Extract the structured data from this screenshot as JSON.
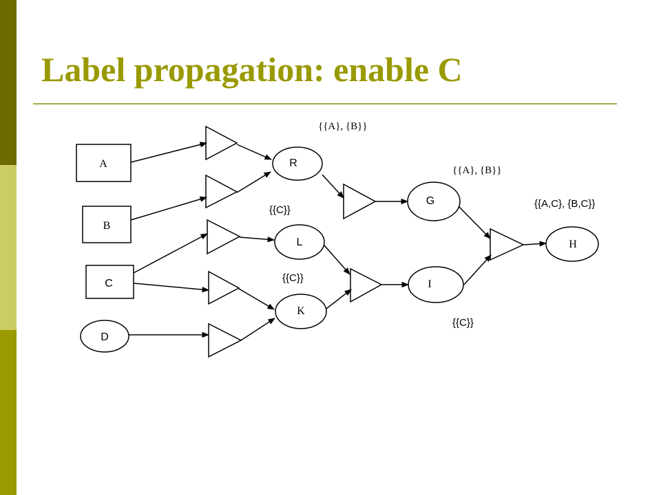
{
  "slide": {
    "title": "Label propagation: enable C",
    "colors": {
      "title": "#999900",
      "bar_dark": "#6b6b00",
      "bar_light": "#cccc66",
      "bar_mid": "#999900",
      "rule": "#a8a844"
    }
  },
  "diagram": {
    "inputs": {
      "a": "A",
      "b": "B",
      "c": "C",
      "d": "D"
    },
    "nodes": {
      "r": "R",
      "g": "G",
      "l": "L",
      "i": "I",
      "k": "K",
      "h": "H"
    },
    "labels": {
      "r": "{{A}, {B}}",
      "g": "{{A}, {B}}",
      "h": "{{A,C}, {B,C}}",
      "l": "{{C}}",
      "k": "{{C}}",
      "i": "{{C}}"
    }
  }
}
